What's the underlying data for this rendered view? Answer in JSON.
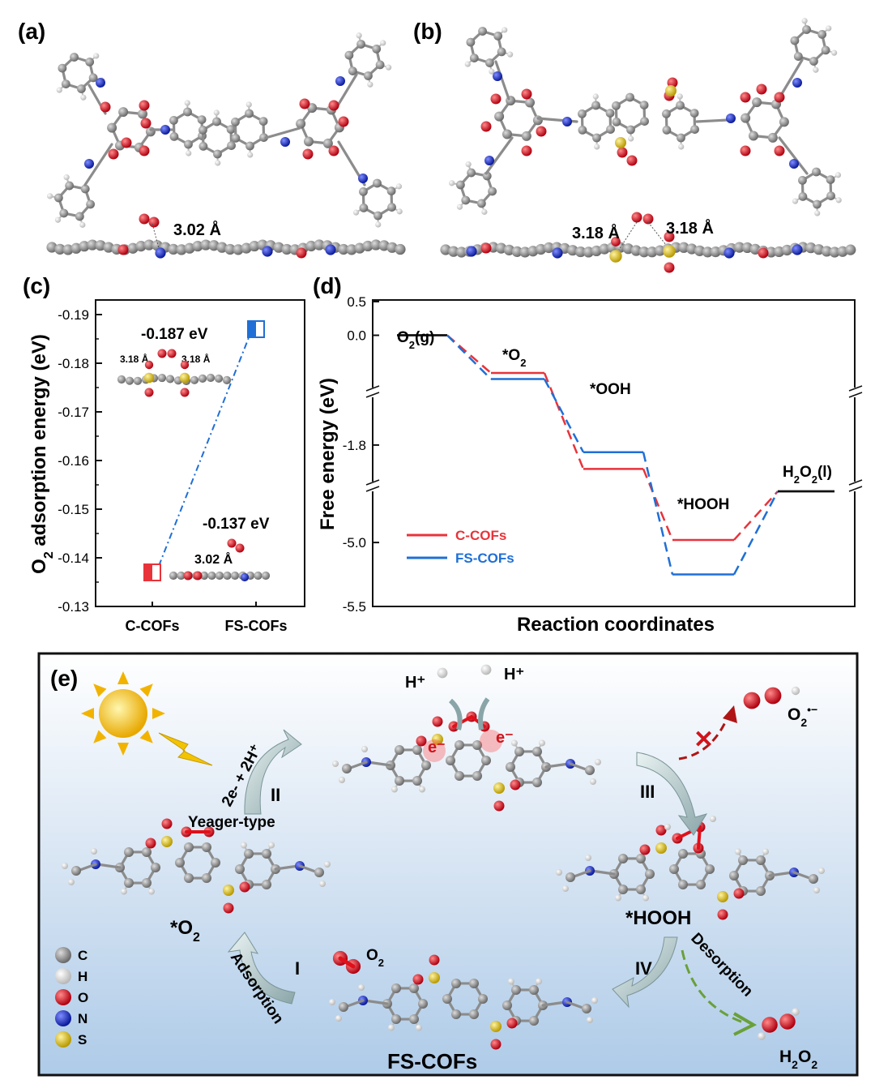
{
  "panels": {
    "a": {
      "label": "(a)",
      "distance": "3.02 Å"
    },
    "b": {
      "label": "(b)",
      "distance_left": "3.18 Å",
      "distance_right": "3.18 Å"
    },
    "c": {
      "label": "(c)"
    },
    "d": {
      "label": "(d)"
    },
    "e": {
      "label": "(e)",
      "hplus": "H⁺",
      "electrons": "2e- + 2H⁺",
      "eminus": "e⁻",
      "step_I": "I",
      "step_II": "II",
      "step_III": "III",
      "step_IV": "IV",
      "yeager": "Yeager-type",
      "adsorption": "Adsorption",
      "desorption": "Desorption",
      "state_o2": "*O",
      "state_o2_sub": "2",
      "state_hooh": "*HOOH",
      "state_fscofs": "FS-COFs",
      "o2": "O",
      "o2_sub": "2",
      "superoxide": "O",
      "superoxide_sub": "2",
      "superoxide_sup": "•−",
      "h2o2": "H",
      "h2o2_sub1": "2",
      "h2o2_mid": "O",
      "h2o2_sub2": "2",
      "legend": [
        {
          "symbol": "C",
          "color": "#808080"
        },
        {
          "symbol": "H",
          "color": "#f0f0f0"
        },
        {
          "symbol": "O",
          "color": "#e0101a"
        },
        {
          "symbol": "N",
          "color": "#1a2fd8"
        },
        {
          "symbol": "S",
          "color": "#e6c619"
        }
      ]
    }
  },
  "chart_data": [
    {
      "type": "scatter",
      "panel": "c",
      "categories": [
        "C-COFs",
        "FS-COFs"
      ],
      "values": [
        -0.137,
        -0.187
      ],
      "ylabel": "O",
      "ylabel_sub": "2",
      "ylabel_rest": " adsorption energy (eV)",
      "ylim": [
        -0.13,
        -0.193
      ],
      "yticks": [
        "-0.19",
        "-0.18",
        "-0.17",
        "-0.16",
        "-0.15",
        "-0.14",
        "-0.13"
      ],
      "annotations": {
        "fs": "-0.187 eV",
        "c": "-0.137 eV",
        "inset_fs_left": "3.18 Å",
        "inset_fs_right": "3.18 Å",
        "inset_c": "3.02 Å"
      },
      "colors": {
        "c": "#e8333a",
        "fs": "#1f6fd6"
      }
    },
    {
      "type": "line",
      "panel": "d",
      "xlabel": "Reaction coordinates",
      "ylabel": "Free energy (eV)",
      "yticks": [
        "0.5",
        "0.0",
        "-1.8",
        "-5.0",
        "-5.5"
      ],
      "states": [
        "O2(g)",
        "*O2",
        "*OOH",
        "*HOOH",
        "H2O2(l)"
      ],
      "state_labels": {
        "o2g": "O",
        "o2g_sub": "2",
        "o2g_rest": "(g)",
        "o2": "*O",
        "o2_sub": "2",
        "ooh": "*OOH",
        "hooh": "*HOOH",
        "h2o2": "H",
        "h2o2_sub1": "2",
        "h2o2_mid": "O",
        "h2o2_sub2": "2",
        "h2o2_rest": "(l)"
      },
      "series": [
        {
          "name": "C-COFs",
          "color": "#e8333a",
          "values": [
            0.0,
            -0.56,
            -2.3,
            -4.98,
            -4.6
          ]
        },
        {
          "name": "FS-COFs",
          "color": "#1f6fd6",
          "values": [
            0.0,
            -0.65,
            -1.95,
            -5.25,
            -4.6
          ]
        }
      ]
    }
  ]
}
